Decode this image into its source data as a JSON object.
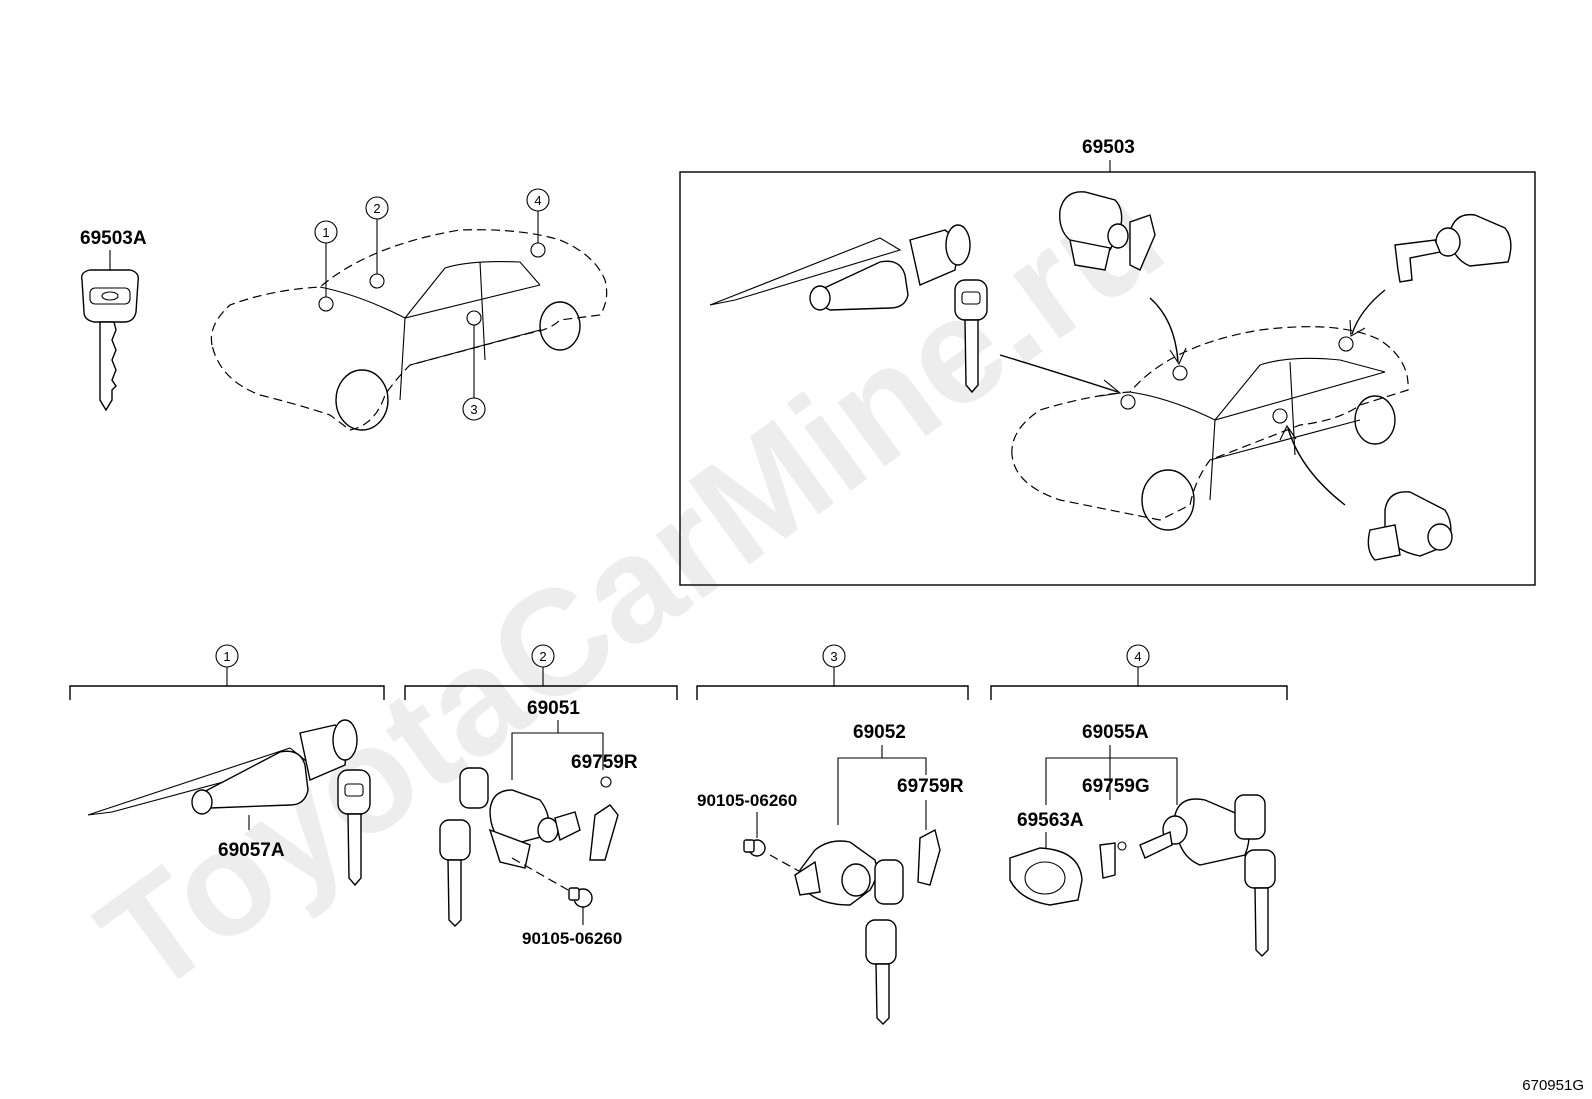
{
  "watermark": "ToyotaCarMine.ru",
  "ref_code": "670951G",
  "overview": {
    "key_part": "69503A",
    "callouts": [
      "1",
      "2",
      "3",
      "4"
    ]
  },
  "assembly_box": {
    "part": "69503"
  },
  "groups": [
    {
      "num": "1",
      "parts": [
        "69057A"
      ]
    },
    {
      "num": "2",
      "parts": [
        "69051",
        "69759R",
        "90105-06260"
      ]
    },
    {
      "num": "3",
      "parts": [
        "69052",
        "69759R",
        "90105-06260"
      ]
    },
    {
      "num": "4",
      "parts": [
        "69055A",
        "69759G",
        "69563A"
      ]
    }
  ]
}
